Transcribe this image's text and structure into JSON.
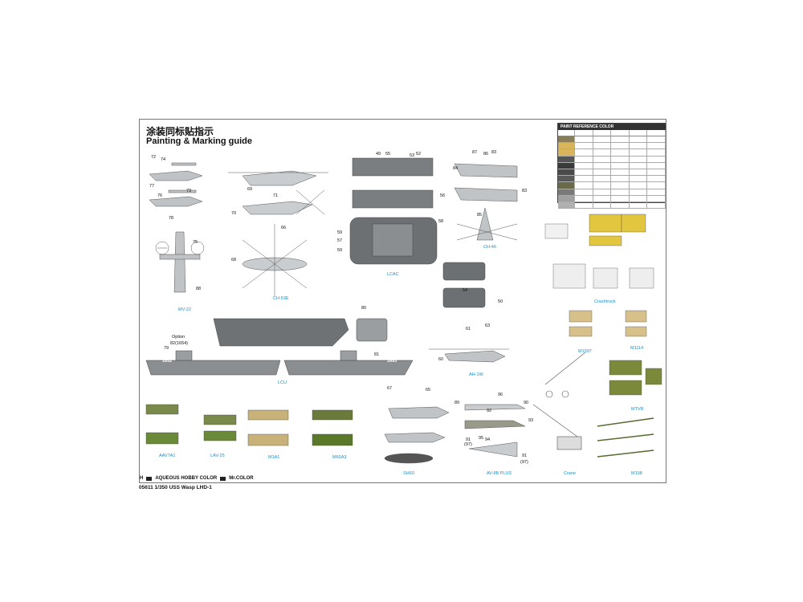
{
  "header": {
    "title_cn": "涂装同标贴指示",
    "title_en": "Painting & Marking guide"
  },
  "paint_table": {
    "title": "PAINT REFERENCE COLOR",
    "swatches": [
      "#8a7d5a",
      "#d8b45a",
      "#d8b45a",
      "#555",
      "#3a3a3a",
      "#4a4a4a",
      "#5a5a5a",
      "#6a6a4a",
      "#7a7a7a",
      "#a0a0a0",
      "#b0b0b0"
    ]
  },
  "captions": {
    "mv22": "MV-22",
    "ch53e": "CH-53E",
    "lcac": "LCAC",
    "ch46": "CH-46",
    "crashtruck": "Crashtruck",
    "lcu": "LCU",
    "ah1w": "AH-1W",
    "m1097": "M1097",
    "m1114": "M1114",
    "aav7a1": "AAV7A1",
    "lav25": "LAV-25",
    "m1a1": "M1A1",
    "m60a3": "M60A3",
    "sh60": "SH60",
    "av8b": "AV-8B PLUS",
    "crane": "Crane",
    "mtvr": "MTVR",
    "m198": "M198"
  },
  "labels": {
    "option": "Option",
    "option_num": "82(1654)",
    "hull_1652": "1652",
    "hull_1653": "1653"
  },
  "numbers": [
    "72",
    "74",
    "77",
    "76",
    "73",
    "78",
    "75",
    "88",
    "69",
    "71",
    "70",
    "66",
    "68",
    "49",
    "55",
    "53",
    "52",
    "56",
    "58",
    "59",
    "57",
    "59",
    "87",
    "86",
    "83",
    "84",
    "83",
    "85",
    "80",
    "81",
    "61",
    "63",
    "60",
    "67",
    "65",
    "89",
    "96",
    "90",
    "92",
    "93",
    "91",
    "(97)",
    "95",
    "94",
    "91",
    "(97)",
    "54",
    "50",
    "79"
  ],
  "footer": {
    "line": "05611 1/350 USS Wasp LHD-1",
    "paint_a": "H",
    "paint_a_label": "AQUEOUS HOBBY COLOR",
    "paint_b_label": "Mr.COLOR"
  }
}
